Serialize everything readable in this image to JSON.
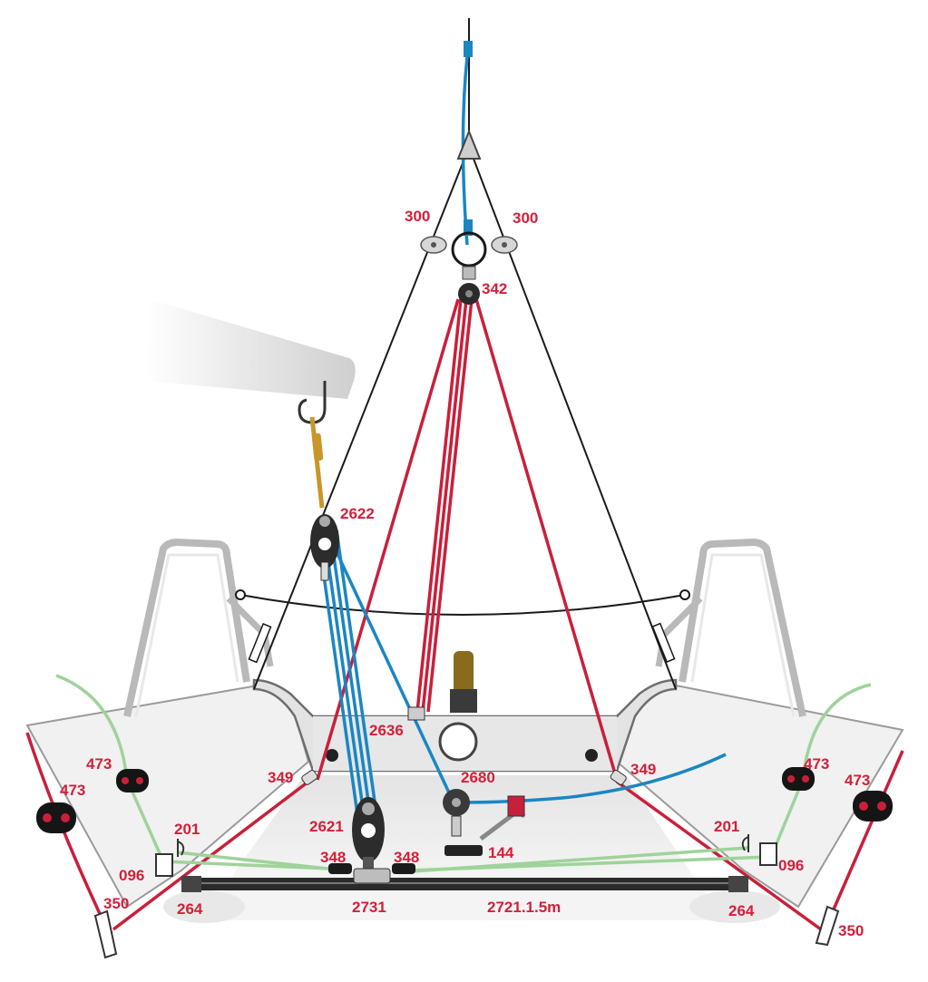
{
  "colors": {
    "red_line": "#c8203a",
    "blue_line": "#1b86c2",
    "green_line": "#9fd39a",
    "black_line": "#1a1a1a",
    "label": "#d3203a",
    "hull": "#e9e9e9",
    "frame": "#bdbdbd",
    "gold": "#c8962a"
  },
  "labels": {
    "l300_left": "300",
    "l300_right": "300",
    "l342": "342",
    "l2622": "2622",
    "l2636": "2636",
    "l2680": "2680",
    "l349_left": "349",
    "l349_right": "349",
    "l473_left_a": "473",
    "l473_left_b": "473",
    "l473_right_a": "473",
    "l473_right_b": "473",
    "l201_left": "201",
    "l201_right": "201",
    "l2621": "2621",
    "l096_left": "096",
    "l096_right": "096",
    "l348_left": "348",
    "l348_right": "348",
    "l144": "144",
    "l350_left": "350",
    "l350_right": "350",
    "l264_left": "264",
    "l264_right": "264",
    "l2731": "2731",
    "l2721": "2721.1.5m"
  }
}
